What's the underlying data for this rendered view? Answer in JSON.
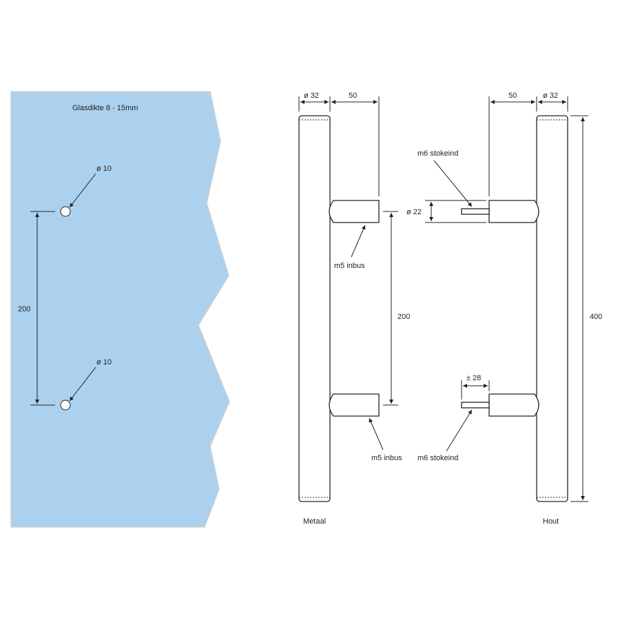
{
  "glass": {
    "thickness_label": "Glasdikte 8 - 15mm",
    "hole_top_label": "ø 10",
    "hole_bottom_label": "ø 10",
    "spacing_label": "200",
    "fill_color": "#acd1ee",
    "border_color": "#cfcfcf"
  },
  "metal_handle": {
    "dia_label": "ø 32",
    "offset_label": "50",
    "spacing_label": "200",
    "screw_top_label": "m5 inbus",
    "screw_bottom_label": "m5 inbus",
    "name": "Metaal"
  },
  "wood_handle": {
    "offset_label": "50",
    "dia_label": "ø 32",
    "rod_top_label": "m6 stokeind",
    "rod_bottom_label": "m6 stokeind",
    "standoff_dia_label": "ø 22",
    "rod_length_label": "± 28",
    "length_label": "400",
    "name": "Hout"
  }
}
